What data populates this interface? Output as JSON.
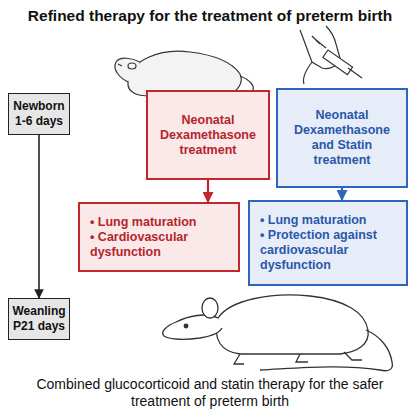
{
  "diagram": {
    "title": "Refined therapy for the treatment of preterm birth",
    "caption": "Combined glucocorticoid and statin therapy for the safer treatment of preterm birth",
    "nodes": [
      {
        "text": [
          "Newborn 1-6 days"
        ]
      },
      {
        "text": [
          "Neonatal Dexamethasone treatment"
        ]
      },
      {
        "text": [
          "Neonatal Dexamethasone and Statin treatment"
        ]
      },
      {
        "text": [
          "Weanling P21 days"
        ]
      },
      {
        "text": [
          "• Lung maturation",
          "• Cardiovascular dysfunction"
        ]
      },
      {
        "text": [
          "• Lung maturation",
          "• Protection against cardiovascular dysfunction"
        ]
      }
    ],
    "edges": [
      {
        "from": 0,
        "to": 3,
        "arrow": "to"
      },
      {
        "from": 1,
        "to": 4,
        "arrow": "to"
      },
      {
        "from": 2,
        "to": 5,
        "arrow": "to"
      }
    ]
  }
}
